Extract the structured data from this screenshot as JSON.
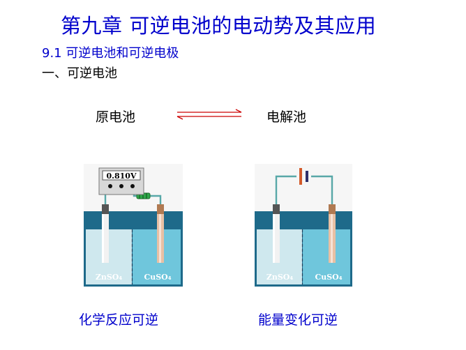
{
  "slide": {
    "title": "第九章  可逆电池的电动势及其应用",
    "section": "9.1 可逆电池和可逆电极",
    "subsection": "一、可逆电池",
    "galvanic_label": "原电池",
    "electrolytic_label": "电解池",
    "caption_left": "化学反应可逆",
    "caption_right": "能量变化可逆"
  },
  "galvanic_cell": {
    "voltmeter_reading": "0.810V",
    "left_solution": "ZnSO₄",
    "right_solution": "CuSO₄"
  },
  "electrolytic_cell": {
    "left_solution": "ZnSO₄",
    "right_solution": "CuSO₄"
  },
  "colors": {
    "title": "#0000cc",
    "arrow": "#cc0000",
    "solution_left": "#cfe8ee",
    "solution_right": "#6fc6dc",
    "container": "#1e6a8a",
    "zinc_electrode": "#555555",
    "copper_electrode": "#b07a52"
  },
  "icons": [
    "reversible-arrows-icon",
    "voltmeter-icon",
    "resistor-icon",
    "battery-icon"
  ]
}
